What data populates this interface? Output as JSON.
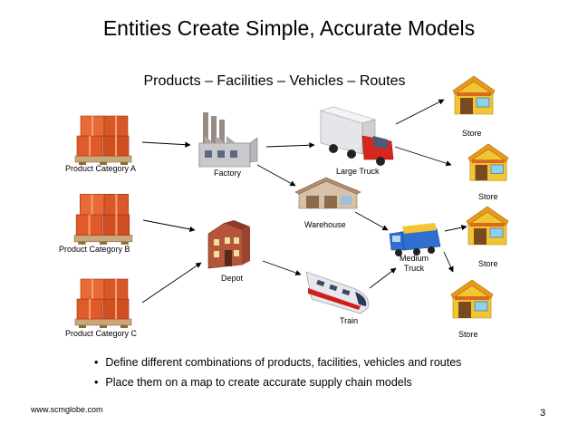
{
  "slide": {
    "title": "Entities Create Simple, Accurate Models",
    "subtitle": "Products – Facilities – Vehicles – Routes",
    "footer_url": "www.scmglobe.com",
    "page_number": "3"
  },
  "nodes": {
    "product_a": "Product Category A",
    "product_b": "Product Category B",
    "product_c": "Product Category C",
    "factory": "Factory",
    "depot": "Depot",
    "warehouse": "Warehouse",
    "large_truck": "Large Truck",
    "medium_truck": "Medium\nTruck",
    "train": "Train",
    "store_1": "Store",
    "store_2": "Store",
    "store_3": "Store",
    "store_4": "Store"
  },
  "bullets": [
    "Define different combinations of products, facilities, vehicles and routes",
    "Place them on a map to create accurate supply chain models"
  ],
  "colors": {
    "box": "#e05a2a",
    "pallet": "#c9a77a",
    "truck_red": "#d9261c",
    "truck_blue": "#2e6fd0",
    "store_roof": "#e89a1a",
    "store_wall": "#f2c533",
    "depot_brick": "#b5553a"
  }
}
